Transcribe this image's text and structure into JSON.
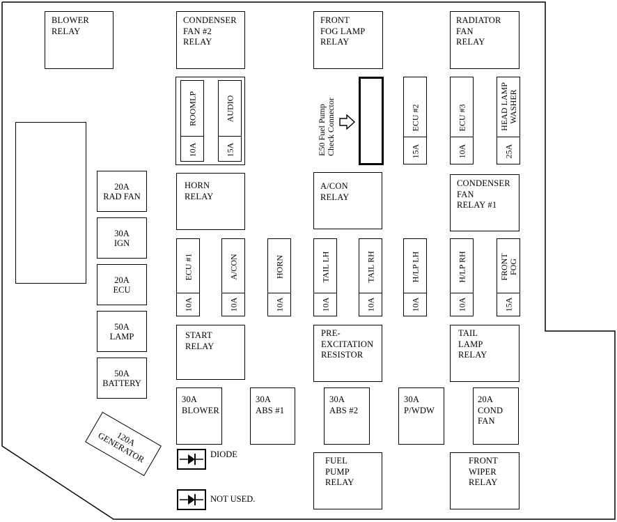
{
  "relays": {
    "blower": "BLOWER\nRELAY",
    "condenser_fan_2": "CONDENSER\nFAN #2\nRELAY",
    "front_fog_lamp": "FRONT\nFOG LAMP\nRELAY",
    "radiator_fan": "RADIATOR\nFAN\nRELAY",
    "horn": "HORN\nRELAY",
    "acon": "A/CON\nRELAY",
    "condenser_fan_1": "CONDENSER\nFAN\nRELAY #1",
    "start": "START\nRELAY",
    "pre_excitation": "PRE-\nEXCITATION\nRESISTOR",
    "tail_lamp": "TAIL\nLAMP\nRELAY",
    "fuel_pump": "FUEL\nPUMP\nRELAY",
    "front_wiper": "FRONT\nWIPER\nRELAY"
  },
  "left_fuses": [
    {
      "amp": "20A",
      "name": "RAD FAN"
    },
    {
      "amp": "30A",
      "name": "IGN"
    },
    {
      "amp": "20A",
      "name": "ECU"
    },
    {
      "amp": "50A",
      "name": "LAMP"
    },
    {
      "amp": "50A",
      "name": "BATTERY"
    }
  ],
  "generator": {
    "amp": "120A",
    "name": "GENERATOR"
  },
  "top_mini_fuses": [
    {
      "name": "ROOMLP",
      "amp": "10A"
    },
    {
      "name": "AUDIO",
      "amp": "15A"
    },
    {
      "name": "ECU #2",
      "amp": "15A"
    },
    {
      "name": "ECU #3",
      "amp": "10A"
    },
    {
      "name": "HEAD LAMP\nWASHER",
      "amp": "25A"
    }
  ],
  "check_connector": "E50 Fuel Pump\nCheck Connector",
  "mid_mini_fuses": [
    {
      "name": "ECU #1",
      "amp": "10A"
    },
    {
      "name": "A/CON",
      "amp": "10A"
    },
    {
      "name": "HORN",
      "amp": "10A"
    },
    {
      "name": "TAIL LH",
      "amp": "10A"
    },
    {
      "name": "TAIL RH",
      "amp": "10A"
    },
    {
      "name": "H/LP LH",
      "amp": "10A"
    },
    {
      "name": "H/LP RH",
      "amp": "10A"
    },
    {
      "name": "FRONT\nFOG",
      "amp": "15A"
    }
  ],
  "bottom_fuses": [
    {
      "amp": "30A",
      "name": "BLOWER"
    },
    {
      "amp": "30A",
      "name": "ABS #1"
    },
    {
      "amp": "30A",
      "name": "ABS #2"
    },
    {
      "amp": "30A",
      "name": "P/WDW"
    },
    {
      "amp": "20A",
      "name": "COND\nFAN"
    }
  ],
  "legend": {
    "diode": "DIODE",
    "not_used": "NOT  USED."
  }
}
